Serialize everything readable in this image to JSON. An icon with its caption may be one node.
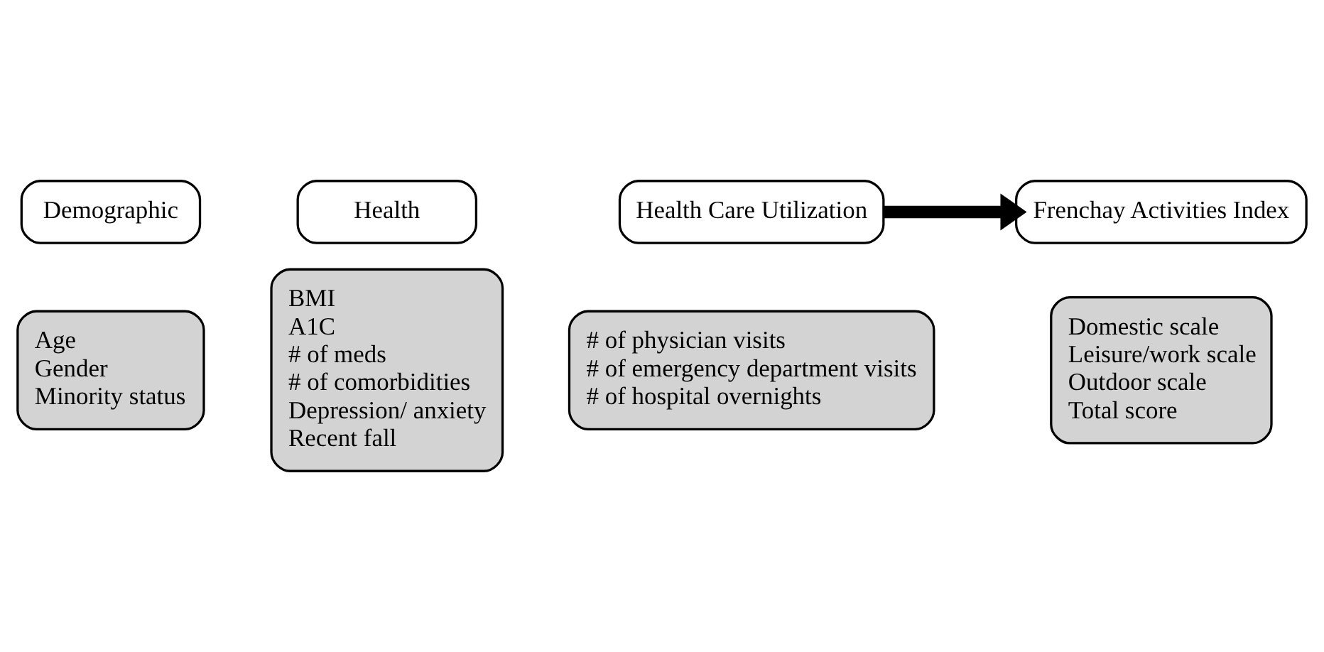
{
  "diagram": {
    "nodes": [
      {
        "text": [
          "Demographic"
        ]
      },
      {
        "text": [
          "Age",
          "Gender",
          "Minority status"
        ]
      },
      {
        "text": [
          "Health"
        ]
      },
      {
        "text": [
          "BMI",
          "A1C",
          "# of meds",
          "# of comorbidities",
          "Depression/ anxiety",
          "Recent fall"
        ]
      },
      {
        "text": [
          "Health Care Utilization"
        ]
      },
      {
        "text": [
          "# of physician visits",
          "# of emergency department visits",
          "# of hospital overnights"
        ]
      },
      {
        "text": [
          "Frenchay Activities Index"
        ]
      },
      {
        "text": [
          "Domestic scale",
          "Leisure/work scale",
          "Outdoor scale",
          "Total score"
        ]
      }
    ],
    "edges": [
      {
        "from": 4,
        "to": 6,
        "arrow": "to"
      }
    ]
  }
}
